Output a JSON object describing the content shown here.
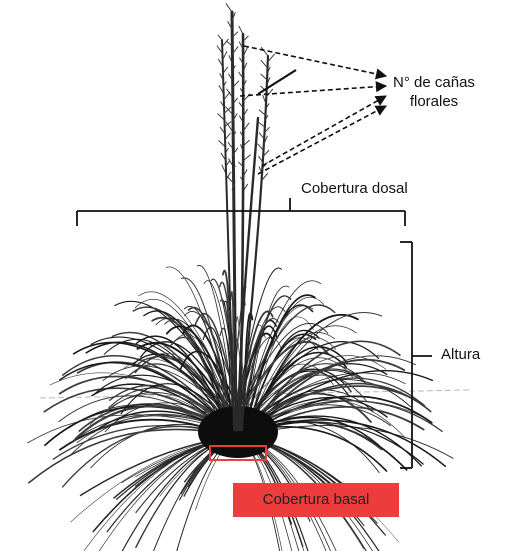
{
  "labels": {
    "flower_stalks_line1": "N° de cañas",
    "flower_stalks_line2": "florales",
    "canopy_cover": "Cobertura dosal",
    "height": "Altura",
    "basal_cover": "Cobertura basal"
  },
  "colors": {
    "basal_highlight": "#ee3b3b",
    "ink": "#111111",
    "background": "#ffffff"
  },
  "icons": {
    "plant": "bunchgrass-illustration"
  }
}
